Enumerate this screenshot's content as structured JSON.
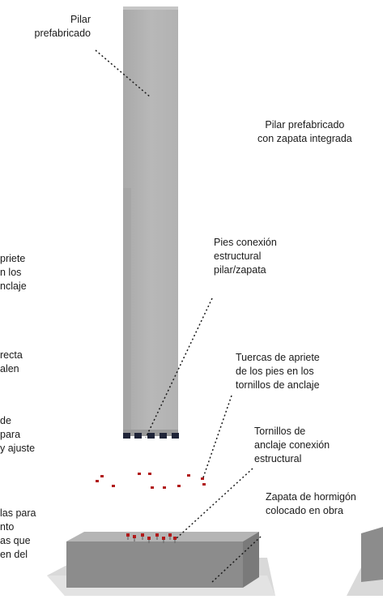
{
  "labels": {
    "pilar": "Pilar\nprefabricado",
    "pilar_zapata": "Pilar prefabricado\ncon zapata integrada",
    "pies": "Pies conexión\nestructural\npilar/zapata",
    "tuercas": "Tuercas de apriete\nde los pies en los\ntornillos de anclaje",
    "tornillos": "Tornillos de\nanclaje conexión\nestructural",
    "zapata": "Zapata de hormigón\ncolocado en obra",
    "left_1": "priete\nn los\nnclaje",
    "left_2": "recta\nalen",
    "left_3": "de\npara\ny ajuste",
    "left_4": "las para\nnto\nas que\nen del"
  },
  "colors": {
    "pillar": "#b4b4b4",
    "pillar_shadow": "#a6a6a6",
    "concrete": "#8e8e8e",
    "base_plate": "#d9d9d9",
    "nut": "#b11a1a",
    "connector": "#1f2438"
  }
}
